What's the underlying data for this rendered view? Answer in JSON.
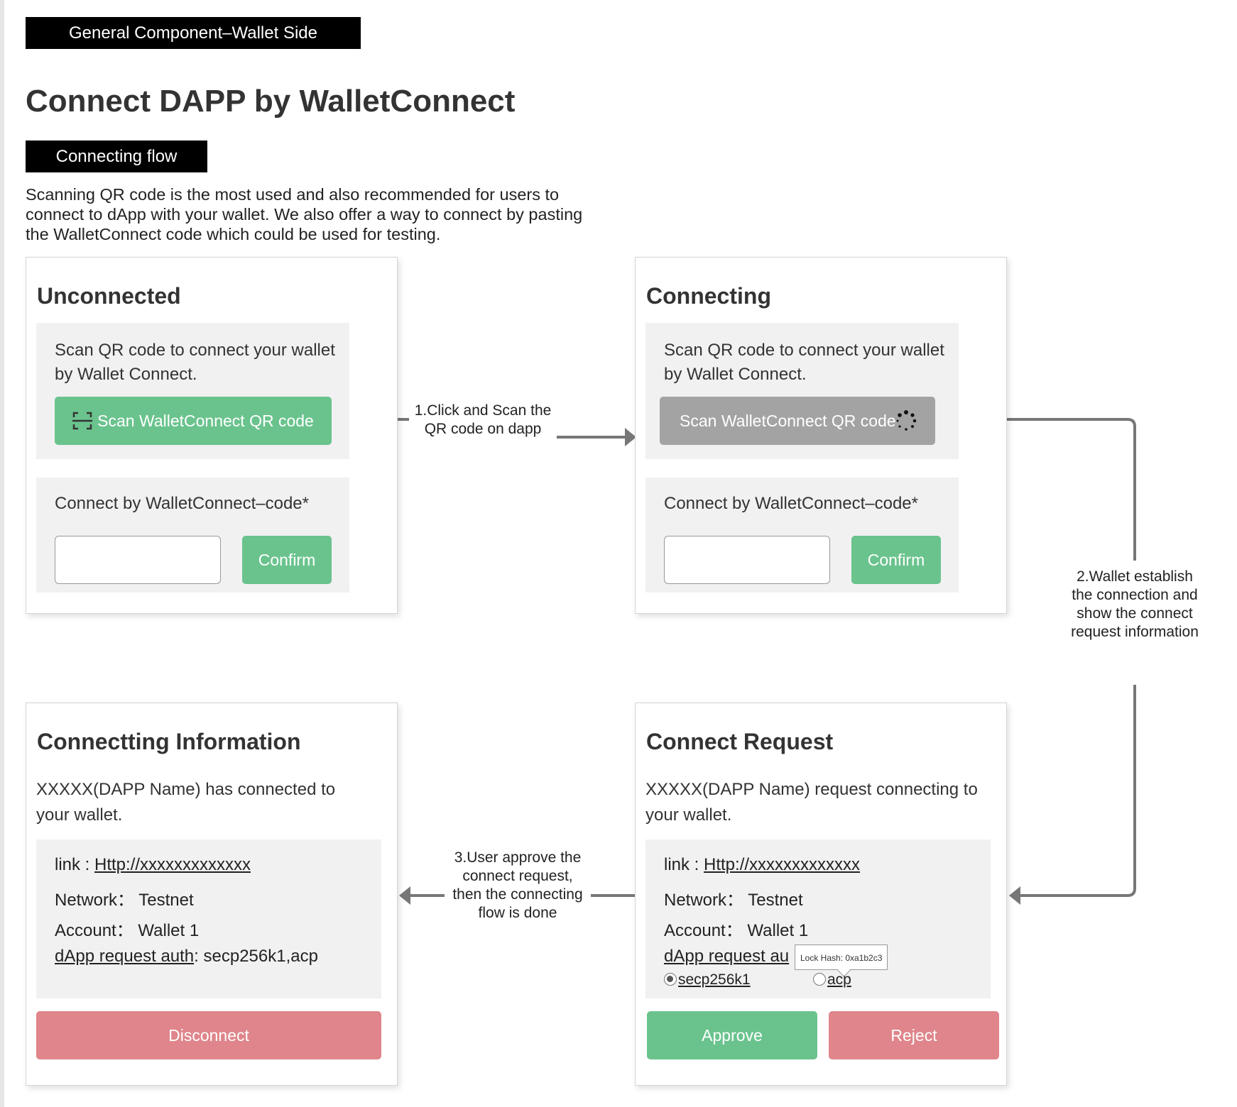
{
  "header": {
    "tag": "General Component–Wallet Side",
    "title": "Connect DAPP by WalletConnect",
    "flow_tag": "Connecting flow",
    "intro": "Scanning QR code is the most used and also recommended for users to connect to dApp with your wallet. We also offer a way to connect by pasting the WalletConnect code which could be used for testing."
  },
  "unconnected": {
    "title": "Unconnected",
    "scan_text": "Scan QR code to connect your wallet by Wallet Connect.",
    "scan_button": "Scan WalletConnect QR code",
    "code_label": "Connect by WalletConnect–code*",
    "confirm": "Confirm"
  },
  "connecting": {
    "title": "Connecting",
    "scan_text": "Scan QR code to connect your wallet by Wallet Connect.",
    "scan_button": "Scan WalletConnect QR code",
    "code_label": "Connect by WalletConnect–code*",
    "confirm": "Confirm"
  },
  "info": {
    "title": "Connectting Information",
    "desc": "XXXXX(DAPP Name) has connected to your wallet.",
    "link_label": "link : ",
    "link": "Http://xxxxxxxxxxxxx",
    "network": "Network： Testnet",
    "account": "Account： Wallet 1",
    "auth_label": "dApp request auth",
    "auth_value": ": secp256k1,acp",
    "disconnect": "Disconnect"
  },
  "request": {
    "title": "Connect Request",
    "desc": "XXXXX(DAPP Name) request connecting to your wallet.",
    "link_label": "link : ",
    "link": "Http://xxxxxxxxxxxxx",
    "network": "Network： Testnet",
    "account": "Account： Wallet 1",
    "auth_label": "dApp request au",
    "tooltip": "Lock Hash: 0xa1b2c3",
    "option1": "secp256k1",
    "option2": "acp",
    "approve": "Approve",
    "reject": "Reject"
  },
  "steps": {
    "step1": "1.Click and Scan the QR code on dapp",
    "step2": "2.Wallet establish the connection and show the connect request information",
    "step3": "3.User approve the connect request, then the connecting flow is done"
  },
  "colors": {
    "green": "#6ac38d",
    "gray": "#a3a3a3",
    "red": "#df858b",
    "arrow": "#777777"
  }
}
